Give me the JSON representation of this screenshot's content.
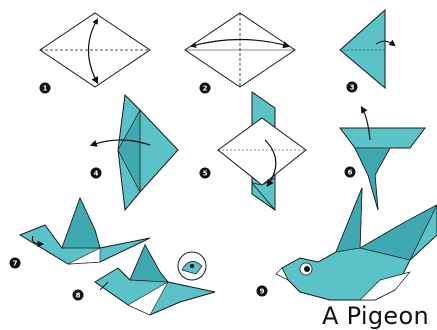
{
  "title": "A Pigeon",
  "steps": [
    {
      "number": "1"
    },
    {
      "number": "2"
    },
    {
      "number": "3"
    },
    {
      "number": "4"
    },
    {
      "number": "5"
    },
    {
      "number": "6"
    },
    {
      "number": "7"
    },
    {
      "number": "8"
    },
    {
      "number": "9"
    }
  ],
  "colors": {
    "paper_teal": "#5bc2c8",
    "paper_teal_dark": "#3fa9b1",
    "paper_white": "#ffffff",
    "outline": "#1a1a1a",
    "badge": "#111111"
  }
}
